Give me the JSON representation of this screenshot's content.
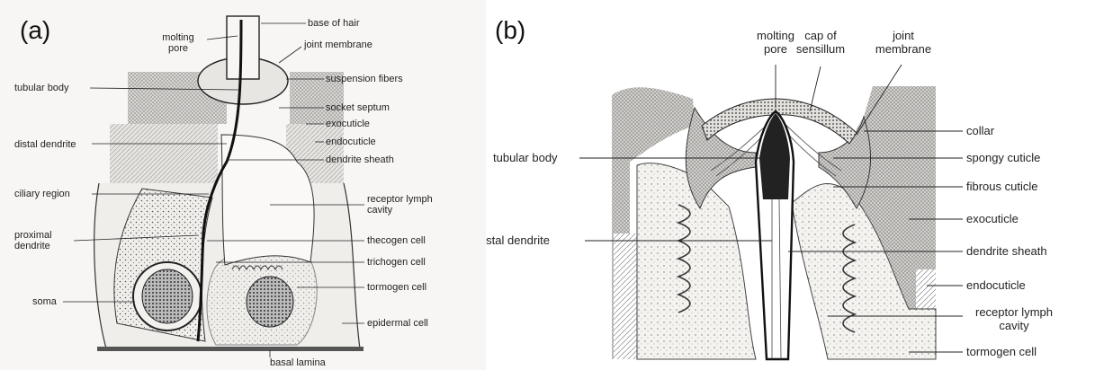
{
  "panel_a": {
    "letter": "(a)",
    "labels": {
      "molting_pore": "molting\npore",
      "base_of_hair": "base of hair",
      "joint_membrane": "joint membrane",
      "suspension_fibers": "suspension fibers",
      "tubular_body": "tubular body",
      "socket_septum": "socket septum",
      "exocuticle": "exocuticle",
      "distal_dendrite": "distal dendrite",
      "endocuticle": "endocuticle",
      "dendrite_sheath": "dendrite sheath",
      "ciliary_region": "ciliary region",
      "receptor_lymph_cavity": "receptor lymph\ncavity",
      "proximal_dendrite": "proximal\ndendrite",
      "thecogen_cell": "thecogen cell",
      "trichogen_cell": "trichogen cell",
      "soma": "soma",
      "tormogen_cell": "tormogen cell",
      "epidermal_cell": "epidermal cell",
      "basal_lamina": "basal lamina"
    }
  },
  "panel_b": {
    "letter": "(b)",
    "labels": {
      "molting_pore": "molting\npore",
      "cap_of_sensillum": "cap of\nsensillum",
      "joint_membrane": "joint\nmembrane",
      "collar": "collar",
      "tubular_body": "tubular body",
      "spongy_cuticle": "spongy cuticle",
      "fibrous_cuticle": "fibrous cuticle",
      "exocuticle": "exocuticle",
      "distal_dendrite": "distal dendrite",
      "dendrite_sheath": "dendrite sheath",
      "endocuticle": "endocuticle",
      "receptor_lymph_cavity": "receptor lymph\ncavity",
      "tormogen_cell": "tormogen cell"
    }
  }
}
